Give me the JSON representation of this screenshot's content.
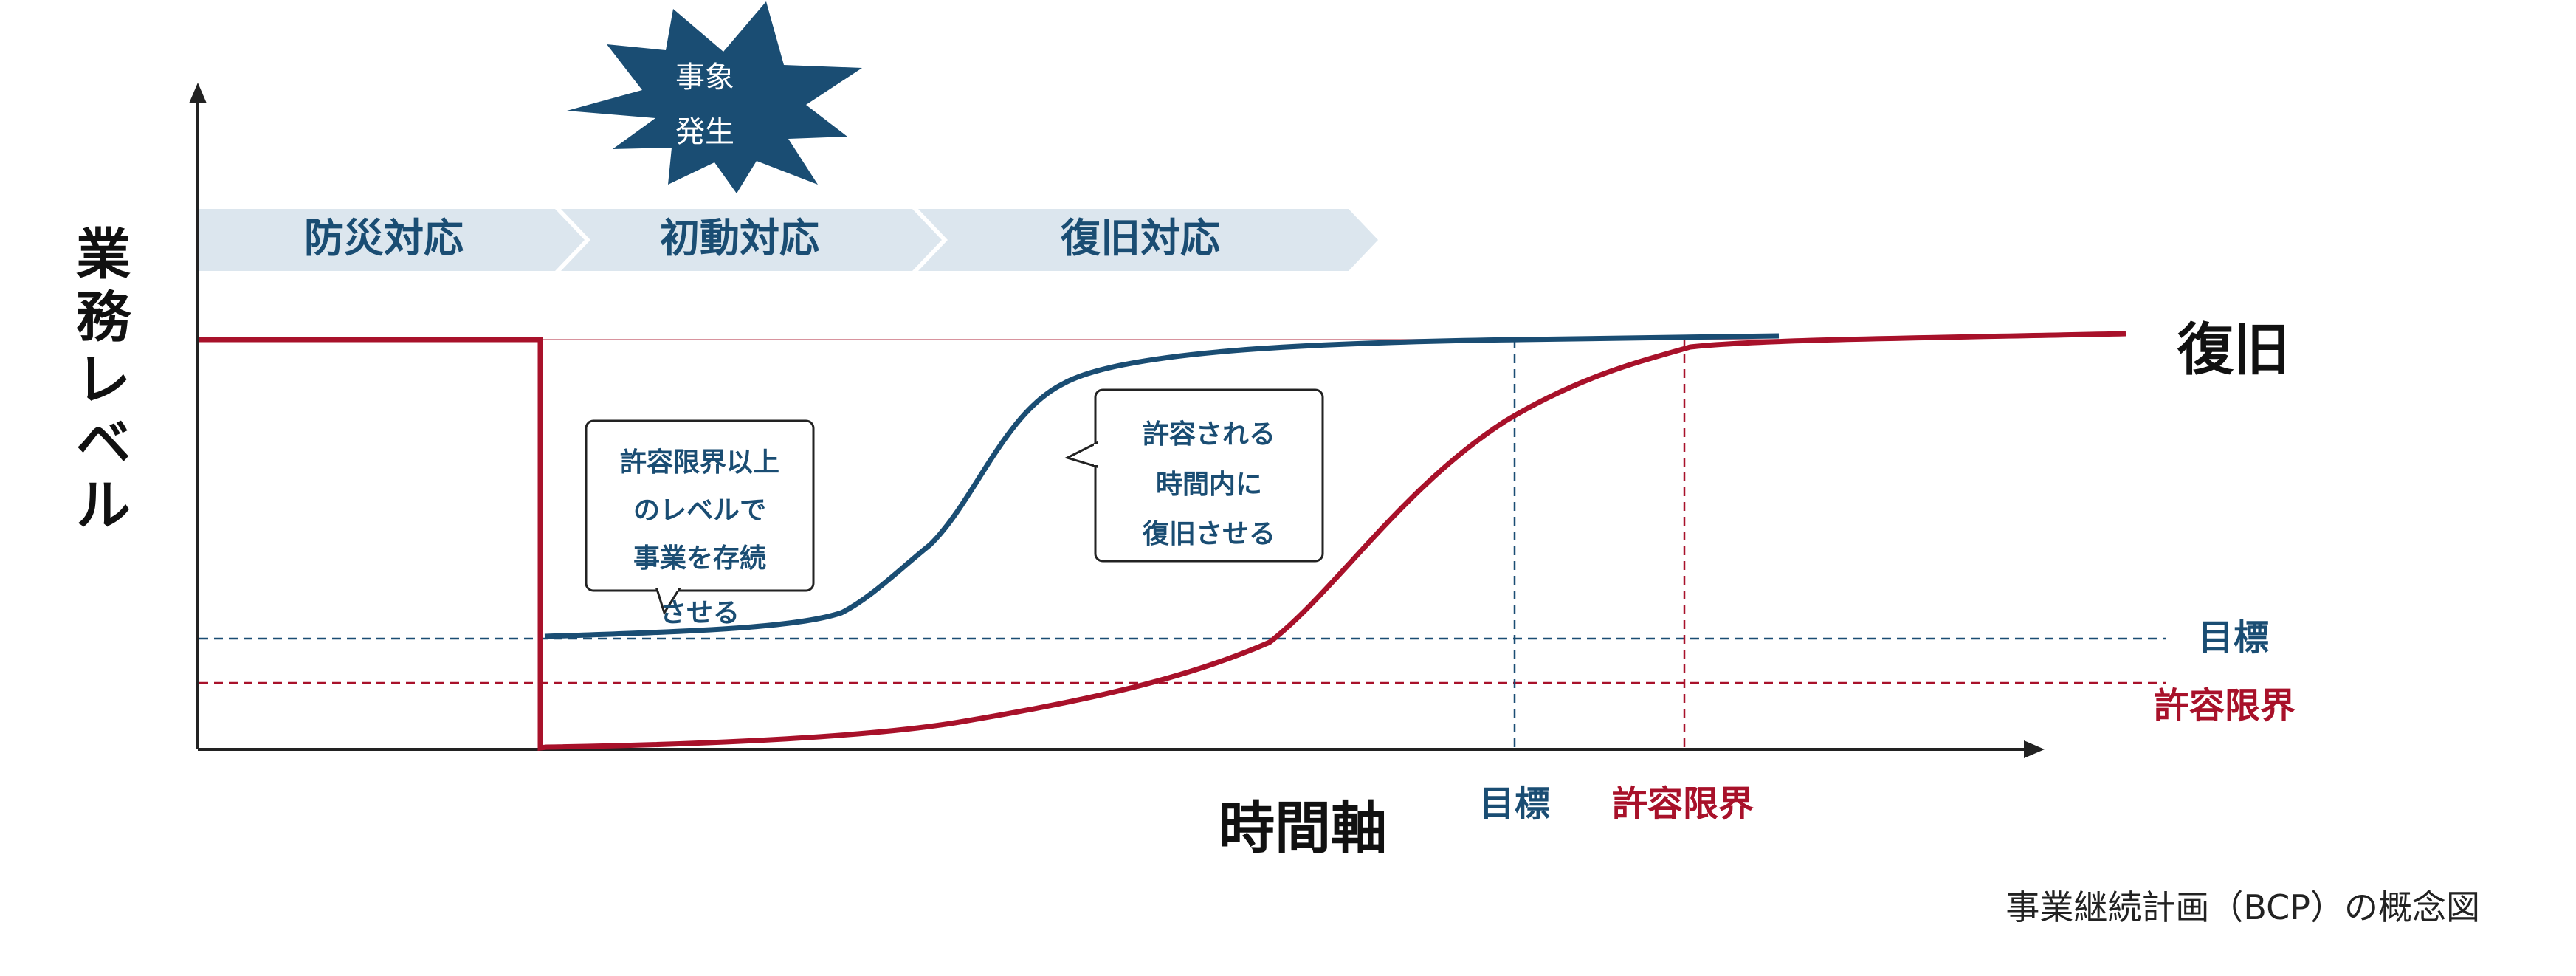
{
  "y_axis_label": [
    "業",
    "務",
    "レ",
    "ベ",
    "ル"
  ],
  "x_axis_label": "時間軸",
  "event_burst": {
    "lines": [
      "事象",
      "発生"
    ]
  },
  "phases": [
    "防災対応",
    "初動対応",
    "復旧対応"
  ],
  "callout_left": {
    "lines": [
      "許容限界以上",
      "のレベルで",
      "事業を存続",
      "させる"
    ]
  },
  "callout_right": {
    "lines": [
      "許容される",
      "時間内に",
      "復旧させる"
    ]
  },
  "labels": {
    "recovery": "復旧",
    "target_level": "目標",
    "tolerance_level": "許容限界",
    "target_time": "目標",
    "tolerance_time": "許容限界"
  },
  "caption": "事業継続計画（BCP）の概念図",
  "colors": {
    "blue": "#1a4d73",
    "red": "#a8112a",
    "phase_fill": "#dce6ee",
    "phase_text": "#1a4d73",
    "axis": "#222222"
  }
}
